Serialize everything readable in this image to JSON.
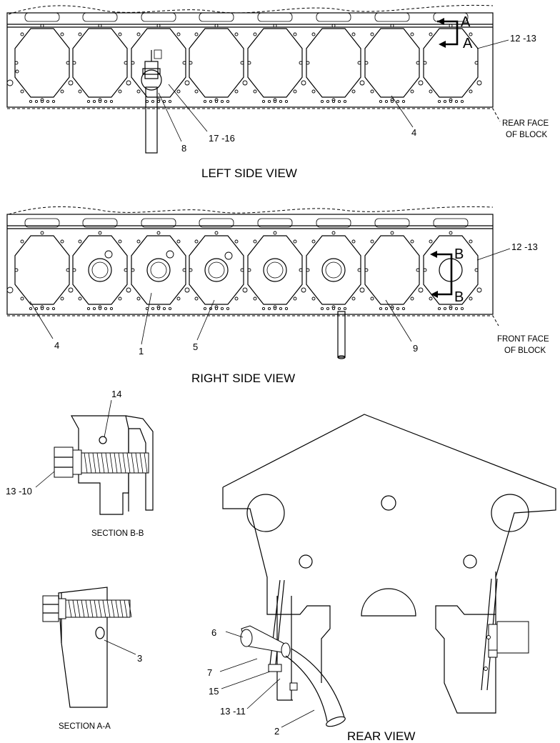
{
  "views": {
    "left_side": "LEFT SIDE VIEW",
    "right_side": "RIGHT SIDE VIEW",
    "section_bb": "SECTION B-B",
    "section_aa": "SECTION A-A",
    "rear": "REAR VIEW"
  },
  "notes": {
    "rear_face_1": "REAR FACE",
    "rear_face_2": "OF BLOCK",
    "front_face_1": "FRONT FACE",
    "front_face_2": "OF BLOCK"
  },
  "section_markers": {
    "a": "A",
    "b": "B"
  },
  "callouts": {
    "left": {
      "c12_13": "12 -13",
      "c17_16": "17 -16",
      "c8": "8",
      "c4": "4"
    },
    "right": {
      "c12_13": "12 -13",
      "c4": "4",
      "c1": "1",
      "c5": "5",
      "c9": "9"
    },
    "section_bb": {
      "c14": "14",
      "c13_10": "13 -10"
    },
    "section_aa": {
      "c3": "3"
    },
    "rear": {
      "c6": "6",
      "c7": "7",
      "c15": "15",
      "c13_11": "13 -11",
      "c2": "2"
    }
  }
}
